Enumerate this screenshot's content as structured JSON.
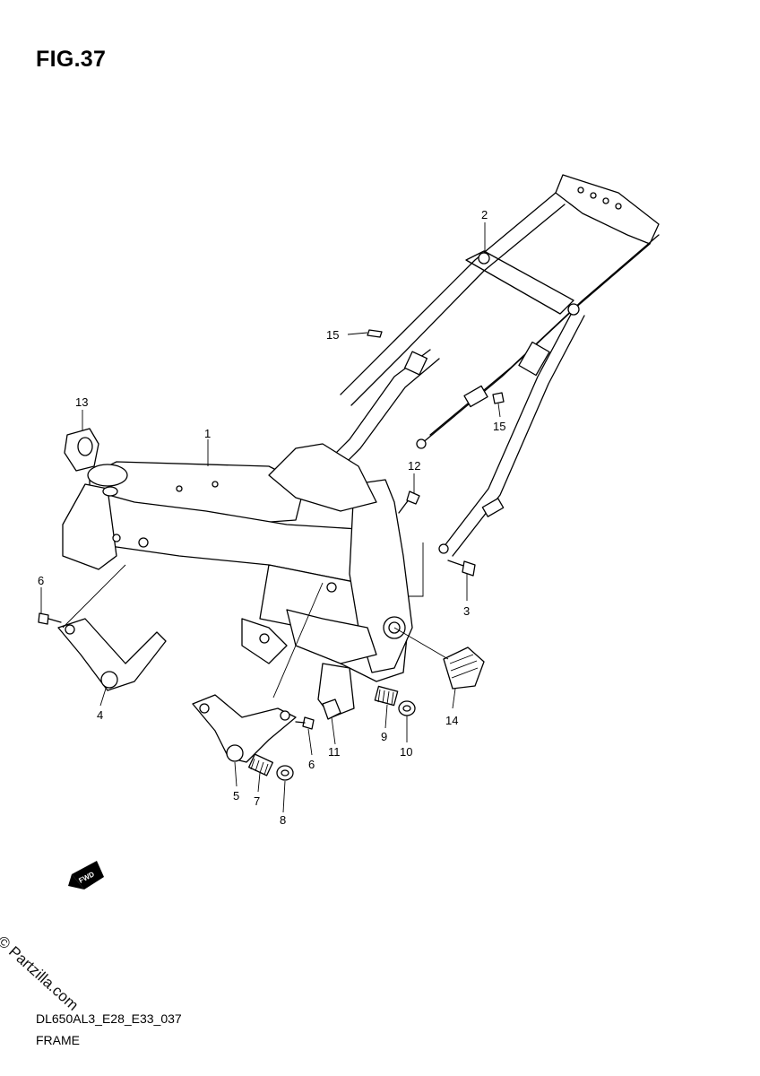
{
  "figure": {
    "title": "FIG.37",
    "code": "DL650AL3_E28_E33_037",
    "name": "FRAME",
    "watermark": "© Partzilla.com",
    "fwd_label": "FWD"
  },
  "callouts": [
    {
      "id": "c1",
      "label": "1"
    },
    {
      "id": "c2",
      "label": "2"
    },
    {
      "id": "c3",
      "label": "3"
    },
    {
      "id": "c4",
      "label": "4"
    },
    {
      "id": "c5",
      "label": "5"
    },
    {
      "id": "c6a",
      "label": "6"
    },
    {
      "id": "c6b",
      "label": "6"
    },
    {
      "id": "c7",
      "label": "7"
    },
    {
      "id": "c8",
      "label": "8"
    },
    {
      "id": "c9",
      "label": "9"
    },
    {
      "id": "c10",
      "label": "10"
    },
    {
      "id": "c11",
      "label": "11"
    },
    {
      "id": "c12",
      "label": "12"
    },
    {
      "id": "c13",
      "label": "13"
    },
    {
      "id": "c14",
      "label": "14"
    },
    {
      "id": "c15a",
      "label": "15"
    },
    {
      "id": "c15b",
      "label": "15"
    }
  ]
}
